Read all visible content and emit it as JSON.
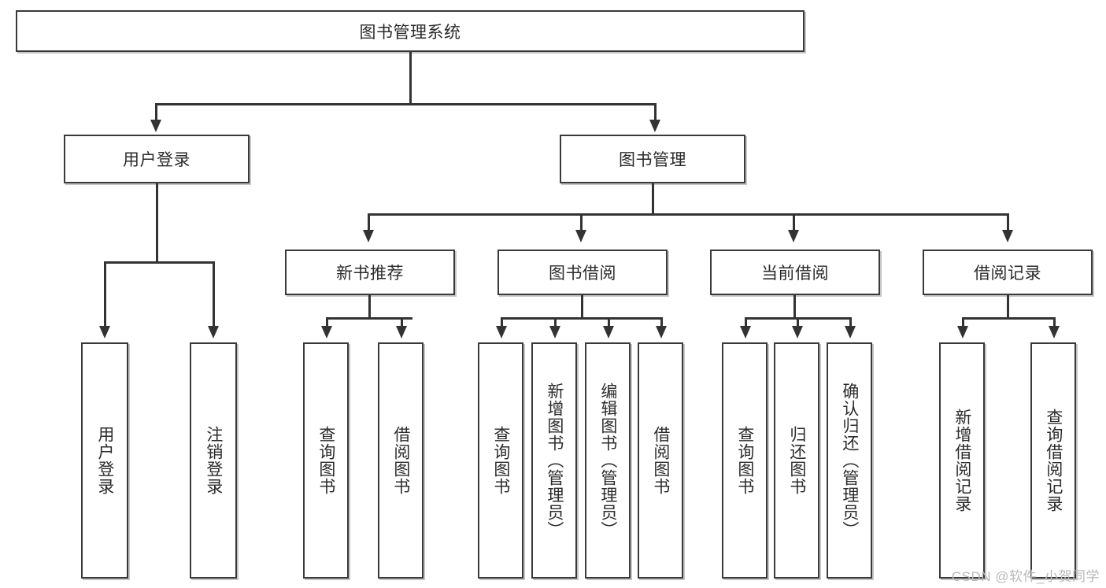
{
  "diagram": {
    "title": "图书管理系统",
    "type": "hierarchical-tree",
    "root": {
      "label": "图书管理系统"
    },
    "level2": [
      {
        "label": "用户登录"
      },
      {
        "label": "图书管理"
      }
    ],
    "level3": [
      {
        "label": "新书推荐"
      },
      {
        "label": "图书借阅"
      },
      {
        "label": "当前借阅"
      },
      {
        "label": "借阅记录"
      }
    ],
    "leaves": {
      "user_login": [
        {
          "label": "用户登录"
        },
        {
          "label": "注销登录"
        }
      ],
      "new_book_recommend": [
        {
          "label": "查询图书"
        },
        {
          "label": "借阅图书"
        }
      ],
      "book_borrow": [
        {
          "label": "查询图书"
        },
        {
          "label": "新增图书（管理员）"
        },
        {
          "label": "编辑图书（管理员）"
        },
        {
          "label": "借阅图书"
        }
      ],
      "current_borrow": [
        {
          "label": "查询图书"
        },
        {
          "label": "归还图书"
        },
        {
          "label": "确认归还（管理员）"
        }
      ],
      "borrow_record": [
        {
          "label": "新增借阅记录"
        },
        {
          "label": "查询借阅记录"
        }
      ]
    }
  },
  "watermark": {
    "text": "CSDN @软件_小贺同学"
  },
  "colors": {
    "stroke": "#333333",
    "box_border": "#3a3a3a",
    "text": "#2b2b2b",
    "background": "#ffffff",
    "watermark": "#b9b9b9"
  }
}
